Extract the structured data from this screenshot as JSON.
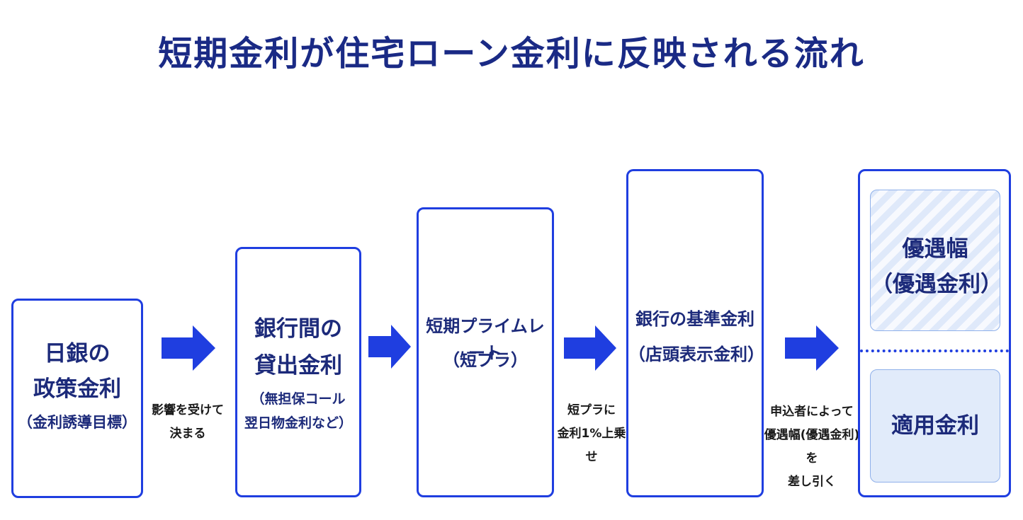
{
  "title": "短期金利が住宅ローン金利に反映される流れ",
  "steps": [
    {
      "line1": "日銀の",
      "line2": "政策金利",
      "sub": "（金利誘導目標）"
    },
    {
      "line1": "銀行間の",
      "line2": "貸出金利",
      "sub1": "（無担保コール",
      "sub2": "翌日物金利など）"
    },
    {
      "line1": "短期プライムレート",
      "sub": "（短プラ）"
    },
    {
      "line1": "銀行の基準金利",
      "sub": "（店頭表示金利）"
    },
    {
      "upper_line1": "優遇幅",
      "upper_line2": "（優遇金利）",
      "lower": "適用金利"
    }
  ],
  "notes": [
    {
      "line1": "影響を受けて",
      "line2": "決まる"
    },
    {
      "line1": "短プラに",
      "line2": "金利1%上乗せ"
    },
    {
      "line1": "申込者によって",
      "line2": "優遇幅(優遇金利)を",
      "line3": "差し引く"
    }
  ],
  "colors": {
    "primary": "#1f3ee0",
    "title": "#1a2a85",
    "text": "#1c2a7a",
    "stripe": "#dfe9fa",
    "light_fill": "#e1ebfa"
  },
  "icons": {
    "arrow": "right-arrow-icon"
  }
}
